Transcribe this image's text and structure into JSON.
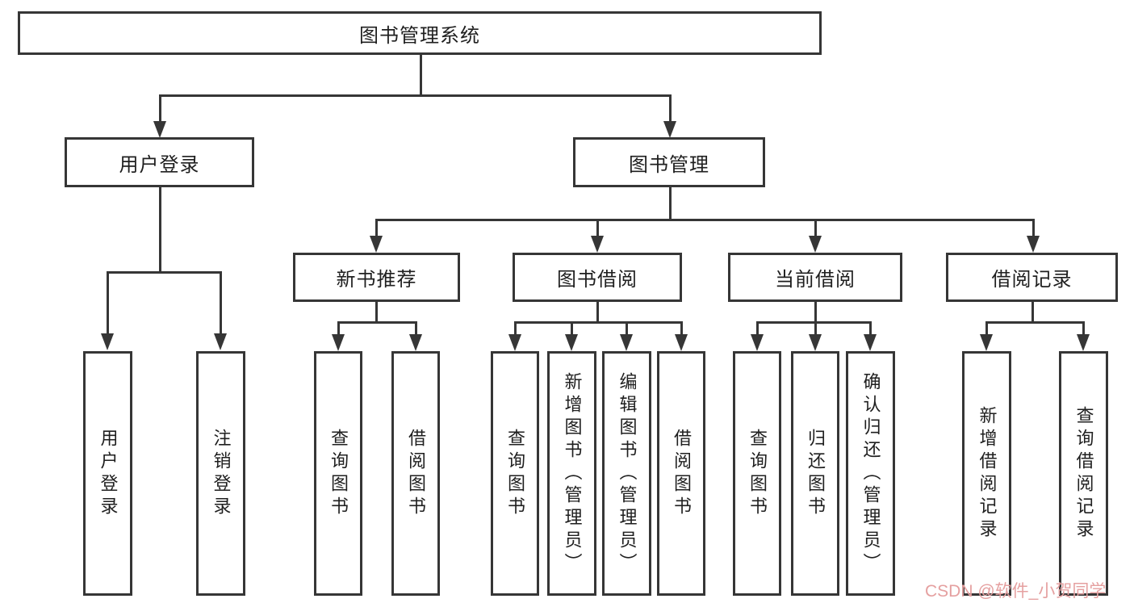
{
  "root": {
    "label": "图书管理系统"
  },
  "level2": {
    "user_login": {
      "label": "用户登录"
    },
    "book_management": {
      "label": "图书管理"
    }
  },
  "level3": {
    "new_book": {
      "label": "新书推荐"
    },
    "borrow": {
      "label": "图书借阅"
    },
    "current": {
      "label": "当前借阅"
    },
    "record": {
      "label": "借阅记录"
    }
  },
  "leaves": {
    "login": {
      "label": "用户登录"
    },
    "logout": {
      "label": "注销登录"
    },
    "new_book_query": {
      "label": "查询图书"
    },
    "new_book_borrow": {
      "label": "借阅图书"
    },
    "borrow_query": {
      "label": "查询图书"
    },
    "borrow_add": {
      "label": "新增图书（管理员）"
    },
    "borrow_edit": {
      "label": "编辑图书（管理员）"
    },
    "borrow_borrow": {
      "label": "借阅图书"
    },
    "current_query": {
      "label": "查询图书"
    },
    "current_return": {
      "label": "归还图书"
    },
    "current_confirm": {
      "label": "确认归还（管理员）"
    },
    "record_add": {
      "label": "新增借阅记录"
    },
    "record_query": {
      "label": "查询借阅记录"
    }
  },
  "watermark": {
    "text": "CSDN @软件_小贺同学"
  },
  "colors": {
    "line": "#363636",
    "text": "#1f1f1f",
    "watermark": "#e5a0a0",
    "background": "#ffffff"
  }
}
